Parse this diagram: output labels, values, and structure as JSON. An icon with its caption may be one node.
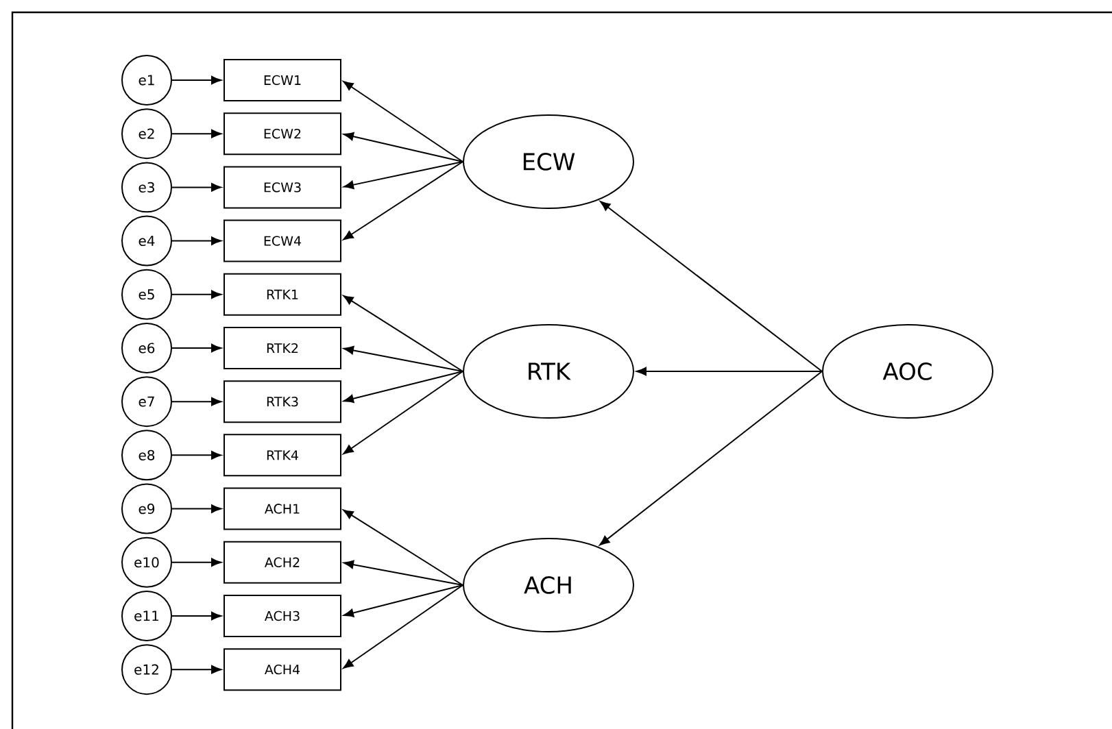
{
  "diagram": {
    "nodes": [
      {
        "text": [
          "e1"
        ]
      },
      {
        "text": [
          "e2"
        ]
      },
      {
        "text": [
          "e3"
        ]
      },
      {
        "text": [
          "e4"
        ]
      },
      {
        "text": [
          "e5"
        ]
      },
      {
        "text": [
          "e6"
        ]
      },
      {
        "text": [
          "e7"
        ]
      },
      {
        "text": [
          "e8"
        ]
      },
      {
        "text": [
          "e9"
        ]
      },
      {
        "text": [
          "e10"
        ]
      },
      {
        "text": [
          "e11"
        ]
      },
      {
        "text": [
          "e12"
        ]
      },
      {
        "text": [
          "ECW1"
        ]
      },
      {
        "text": [
          "ECW2"
        ]
      },
      {
        "text": [
          "ECW3"
        ]
      },
      {
        "text": [
          "ECW4"
        ]
      },
      {
        "text": [
          "RTK1"
        ]
      },
      {
        "text": [
          "RTK2"
        ]
      },
      {
        "text": [
          "RTK3"
        ]
      },
      {
        "text": [
          "RTK4"
        ]
      },
      {
        "text": [
          "ACH1"
        ]
      },
      {
        "text": [
          "ACH2"
        ]
      },
      {
        "text": [
          "ACH3"
        ]
      },
      {
        "text": [
          "ACH4"
        ]
      },
      {
        "text": [
          "ECW"
        ]
      },
      {
        "text": [
          "RTK"
        ]
      },
      {
        "text": [
          "ACH"
        ]
      },
      {
        "text": [
          "AOC"
        ]
      }
    ],
    "edges": [
      {
        "from": 0,
        "to": 12,
        "arrow": "to"
      },
      {
        "from": 1,
        "to": 13,
        "arrow": "to"
      },
      {
        "from": 2,
        "to": 14,
        "arrow": "to"
      },
      {
        "from": 3,
        "to": 15,
        "arrow": "to"
      },
      {
        "from": 4,
        "to": 16,
        "arrow": "to"
      },
      {
        "from": 5,
        "to": 17,
        "arrow": "to"
      },
      {
        "from": 6,
        "to": 18,
        "arrow": "to"
      },
      {
        "from": 7,
        "to": 19,
        "arrow": "to"
      },
      {
        "from": 8,
        "to": 20,
        "arrow": "to"
      },
      {
        "from": 9,
        "to": 21,
        "arrow": "to"
      },
      {
        "from": 10,
        "to": 22,
        "arrow": "to"
      },
      {
        "from": 11,
        "to": 23,
        "arrow": "to"
      },
      {
        "from": 24,
        "to": 12,
        "arrow": "to"
      },
      {
        "from": 24,
        "to": 13,
        "arrow": "to"
      },
      {
        "from": 24,
        "to": 14,
        "arrow": "to"
      },
      {
        "from": 24,
        "to": 15,
        "arrow": "to"
      },
      {
        "from": 25,
        "to": 16,
        "arrow": "to"
      },
      {
        "from": 25,
        "to": 17,
        "arrow": "to"
      },
      {
        "from": 25,
        "to": 18,
        "arrow": "to"
      },
      {
        "from": 25,
        "to": 19,
        "arrow": "to"
      },
      {
        "from": 26,
        "to": 20,
        "arrow": "to"
      },
      {
        "from": 26,
        "to": 21,
        "arrow": "to"
      },
      {
        "from": 26,
        "to": 22,
        "arrow": "to"
      },
      {
        "from": 26,
        "to": 23,
        "arrow": "to"
      },
      {
        "from": 27,
        "to": 24,
        "arrow": "to"
      },
      {
        "from": 27,
        "to": 25,
        "arrow": "to"
      },
      {
        "from": 27,
        "to": 26,
        "arrow": "to"
      }
    ]
  }
}
